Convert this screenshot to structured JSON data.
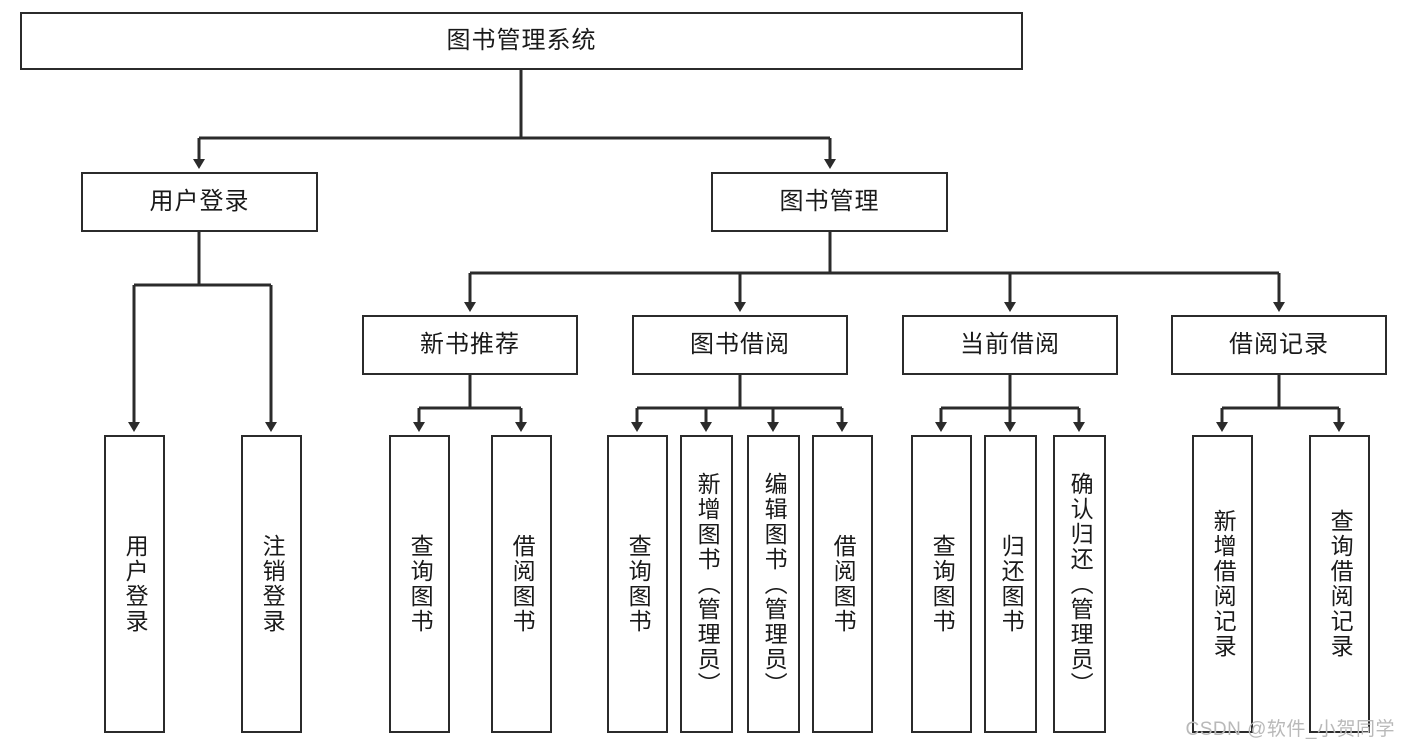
{
  "diagram": {
    "title": "图书管理系统",
    "stroke_color": "#2b2b2b",
    "background_color": "#ffffff",
    "watermark": "CSDN @软件_小贺同学",
    "levels": {
      "root": {
        "label": "图书管理系统"
      },
      "level2": [
        {
          "label": "用户登录"
        },
        {
          "label": "图书管理"
        }
      ],
      "level3": [
        {
          "label": "新书推荐"
        },
        {
          "label": "图书借阅"
        },
        {
          "label": "当前借阅"
        },
        {
          "label": "借阅记录"
        }
      ],
      "level4": {
        "user_login": [
          {
            "label": "用户登录"
          },
          {
            "label": "注销登录"
          }
        ],
        "new_book_recommend": [
          {
            "label": "查询图书"
          },
          {
            "label": "借阅图书"
          }
        ],
        "book_borrow": [
          {
            "label": "查询图书"
          },
          {
            "label": "新增图书（管理员）"
          },
          {
            "label": "编辑图书（管理员）"
          },
          {
            "label": "借阅图书"
          }
        ],
        "current_borrow": [
          {
            "label": "查询图书"
          },
          {
            "label": "归还图书"
          },
          {
            "label": "确认归还（管理员）"
          }
        ],
        "borrow_record": [
          {
            "label": "新增借阅记录"
          },
          {
            "label": "查询借阅记录"
          }
        ]
      }
    }
  }
}
